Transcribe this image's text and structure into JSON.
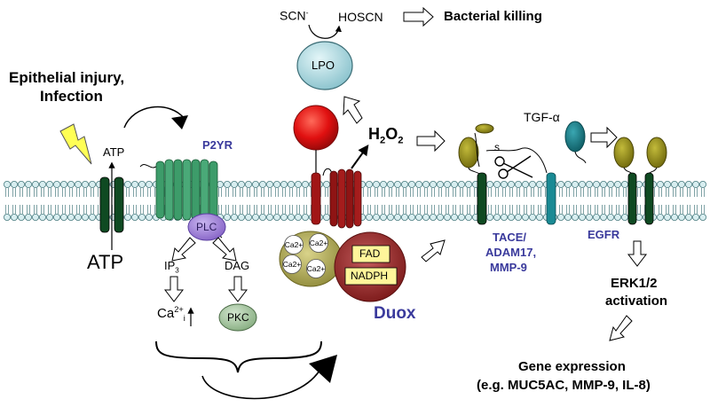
{
  "top": {
    "scn": "SCN",
    "scn_charge": "-",
    "hoscn": "HOSCN",
    "bacterial_killing": "Bacterial killing",
    "lpo": "LPO"
  },
  "injury": {
    "line1": "Epithelial injury,",
    "line2": "Infection"
  },
  "atp": {
    "small": "ATP",
    "large": "ATP"
  },
  "receptors": {
    "p2yr": "P2YR",
    "plc": "PLC"
  },
  "signaling": {
    "ip3_base": "IP",
    "ip3_sub": "3",
    "dag": "DAG",
    "ca_base": "Ca",
    "ca_sup": "2+",
    "ca_sub": "i",
    "pkc": "PKC"
  },
  "duox": {
    "h2o2_h": "H",
    "h2o2_2a": "2",
    "h2o2_o": "O",
    "h2o2_2b": "2",
    "ca_ions": [
      "Ca2+",
      "Ca2+",
      "Ca2+",
      "Ca2+"
    ],
    "fad": "FAD",
    "nadph": "NADPH",
    "name": "Duox"
  },
  "egfr_side": {
    "tgf": "TGF-α",
    "s": "s",
    "tace_line1": "TACE/",
    "tace_line2": "ADAM17,",
    "tace_line3": "MMP-9",
    "egfr": "EGFR",
    "erk_line1": "ERK1/2",
    "erk_line2": "activation",
    "gene_line1": "Gene expression",
    "gene_line2": "(e.g. MUC5AC, MMP-9, IL-8)"
  },
  "colors": {
    "lipid_head": "#d8eef0",
    "lipid_outline": "#4a7c80",
    "dark_green": "#0f4a22",
    "p2yr_green": "#3d9c6a",
    "plc_purple": "#a386d8",
    "pkc_green": "#a9c9a4",
    "lpo_blue": "#a9d6de",
    "duox_red": "#e01010",
    "duox_dark": "#8f1414",
    "olive": "#8a8212",
    "teal": "#137a86",
    "yellow_box": "#fff59a",
    "label_blue": "#3a3a9c"
  }
}
